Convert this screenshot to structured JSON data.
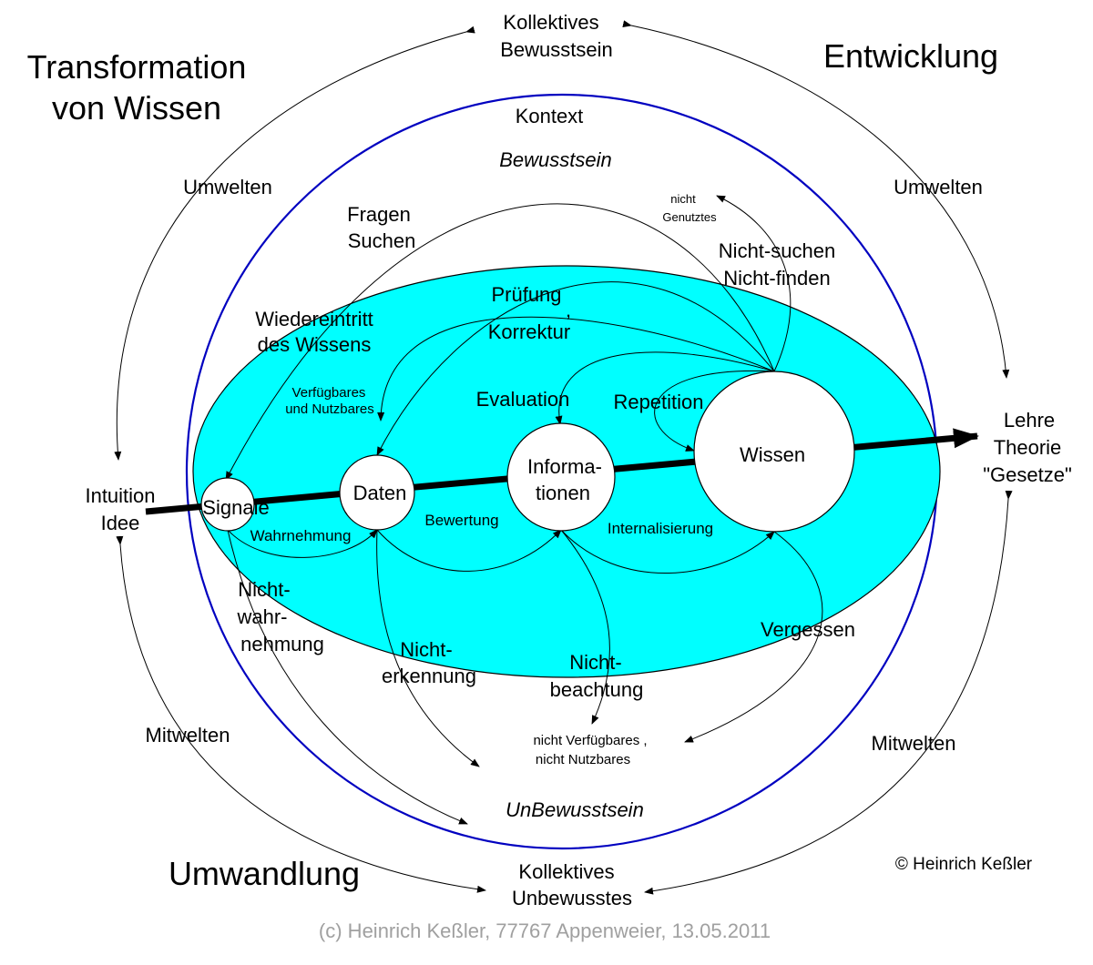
{
  "labels": {
    "title_line1": "Transformation",
    "title_line2": "von Wissen",
    "entwicklung": "Entwicklung",
    "umwandlung": "Umwandlung",
    "kollektives_bewusstsein_1": "Kollektives",
    "kollektives_bewusstsein_2": "Bewusstsein",
    "kollektives_unbewusstes_1": "Kollektives",
    "kollektives_unbewusstes_2": "Unbewusstes",
    "kontext": "Kontext",
    "bewusstsein": "Bewusstsein",
    "unbewusstsein": "UnBewusstsein",
    "umwelten_left": "Umwelten",
    "umwelten_right": "Umwelten",
    "mitwelten_left": "Mitwelten",
    "mitwelten_right": "Mitwelten",
    "intuition": "Intuition",
    "idee": "Idee",
    "lehre": "Lehre",
    "theorie": "Theorie",
    "gesetze": "\"Gesetze\"",
    "fragen": "Fragen",
    "suchen": "Suchen",
    "wiedereintritt_1": "Wiedereintritt",
    "wiedereintritt_2": "des Wissens",
    "verfuegbares_1": "Verfügbares",
    "verfuegbares_2": "und Nutzbares",
    "pruefung": "Prüfung",
    "komma": ",",
    "korrektur": "Korrektur",
    "evaluation": "Evaluation",
    "repetition": "Repetition",
    "nicht_genutztes_1": "nicht",
    "nicht_genutztes_2": "Genutztes",
    "nicht_suchen": "Nicht-suchen",
    "nicht_finden": "Nicht-finden",
    "signale": "Signale",
    "daten": "Daten",
    "informationen_1": "Informa-",
    "informationen_2": "tionen",
    "wissen": "Wissen",
    "wahrnehmung": "Wahrnehmung",
    "bewertung": "Bewertung",
    "internalisierung": "Internalisierung",
    "nichtwahrnehmung_1": "Nicht-",
    "nichtwahrnehmung_2": "wahr-",
    "nichtwahrnehmung_3": "nehmung",
    "nichterkennung_1": "Nicht-",
    "nichterkennung_2": "erkennung",
    "nichtbeachtung_1": "Nicht-",
    "nichtbeachtung_2": "beachtung",
    "vergessen": "Vergessen",
    "nicht_verfuegbares_1": "nicht Verfügbares ,",
    "nicht_verfuegbares_2": "nicht Nutzbares",
    "copyright": "© Heinrich Keßler",
    "footer": "(c) Heinrich Keßler, 77767 Appenweier, 13.05.2011"
  },
  "colors": {
    "ellipse_fill": "#00ffff",
    "outer_circle": "#0000c0",
    "footer_text": "#a0a0a0"
  }
}
